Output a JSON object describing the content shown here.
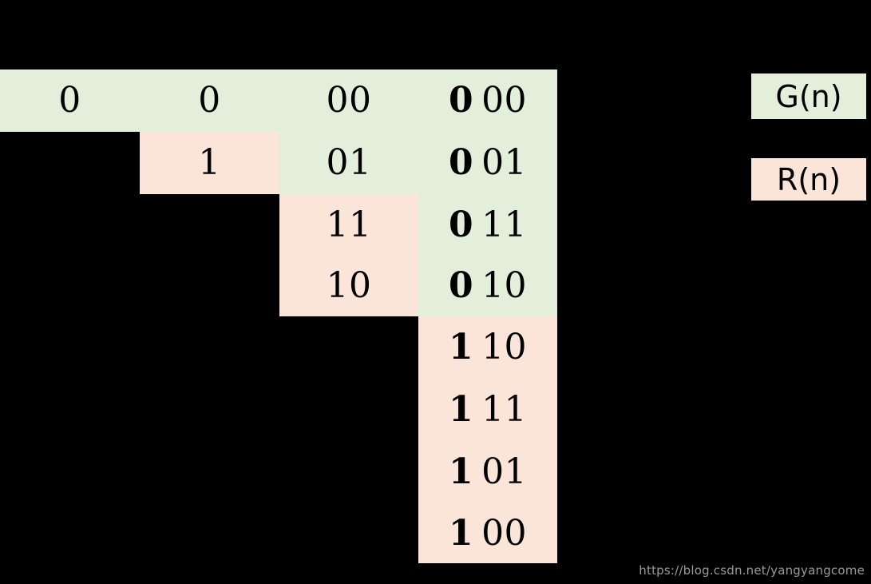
{
  "legend": {
    "items": [
      {
        "label": "G(n)",
        "color": "#e3efda",
        "kind": "green"
      },
      {
        "label": "R(n)",
        "color": "#fbe4d8",
        "kind": "pink"
      }
    ]
  },
  "colors": {
    "background": "#000000",
    "green": "#e3efda",
    "pink": "#fbe4d8",
    "text": "#000000",
    "watermark": "#9a9a9a"
  },
  "columns": [
    {
      "name": "column-1bit",
      "cells": [
        {
          "prefix": "",
          "suffix": "0",
          "kind": "green"
        }
      ]
    },
    {
      "name": "column-2bit",
      "cells": [
        {
          "prefix": "",
          "suffix": "0",
          "kind": "green"
        },
        {
          "prefix": "",
          "suffix": "1",
          "kind": "pink"
        }
      ]
    },
    {
      "name": "column-3bit",
      "cells": [
        {
          "prefix": "",
          "suffix": "00",
          "kind": "green"
        },
        {
          "prefix": "",
          "suffix": "01",
          "kind": "green"
        },
        {
          "prefix": "",
          "suffix": "11",
          "kind": "pink"
        },
        {
          "prefix": "",
          "suffix": "10",
          "kind": "pink"
        }
      ]
    },
    {
      "name": "column-4bit",
      "cells": [
        {
          "prefix": "0",
          "suffix": "00",
          "kind": "green"
        },
        {
          "prefix": "0",
          "suffix": "01",
          "kind": "green"
        },
        {
          "prefix": "0",
          "suffix": "11",
          "kind": "green"
        },
        {
          "prefix": "0",
          "suffix": "10",
          "kind": "green"
        },
        {
          "prefix": "1",
          "suffix": "10",
          "kind": "pink"
        },
        {
          "prefix": "1",
          "suffix": "11",
          "kind": "pink"
        },
        {
          "prefix": "1",
          "suffix": "01",
          "kind": "pink"
        },
        {
          "prefix": "1",
          "suffix": "00",
          "kind": "pink"
        }
      ]
    }
  ],
  "watermark": {
    "text": "https://blog.csdn.net/yangyangcome"
  }
}
